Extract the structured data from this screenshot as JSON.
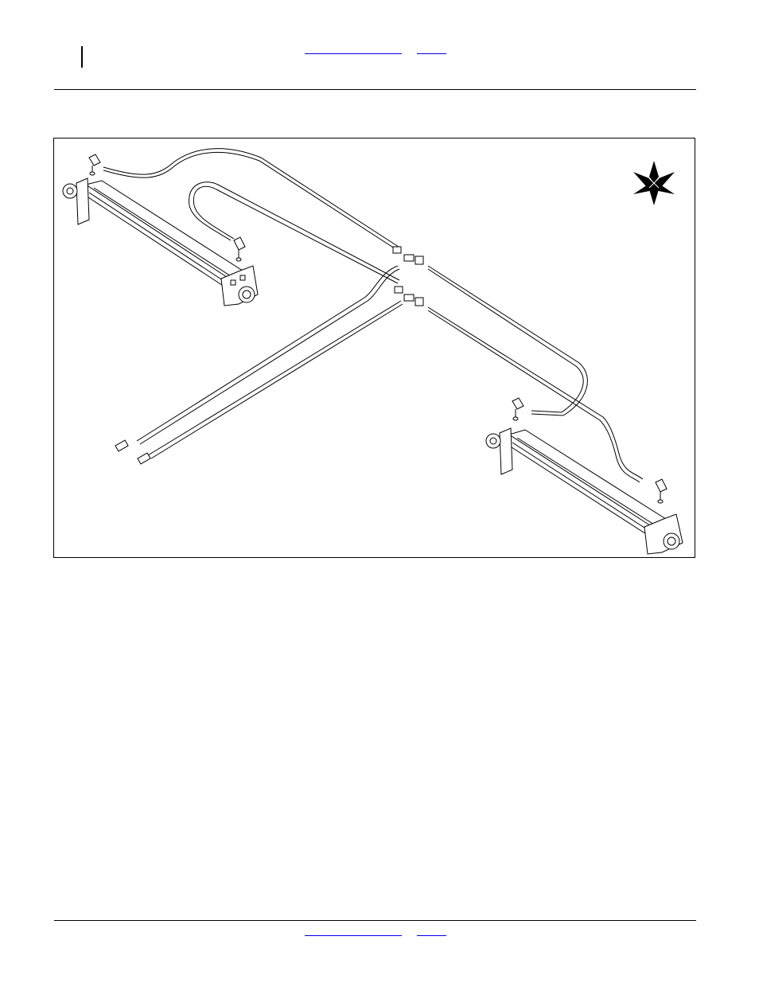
{
  "header": {
    "nav_links": [
      {
        "label": "",
        "name": "header-link-section"
      },
      {
        "label": "",
        "name": "header-link-page"
      }
    ]
  },
  "figure": {
    "description_icon": "compass-star-icon",
    "parts": [
      "cylinder-left",
      "cylinder-right",
      "hose-assembly"
    ]
  },
  "footer": {
    "nav_links": [
      {
        "label": "",
        "name": "footer-link-section"
      },
      {
        "label": "",
        "name": "footer-link-page"
      }
    ]
  }
}
